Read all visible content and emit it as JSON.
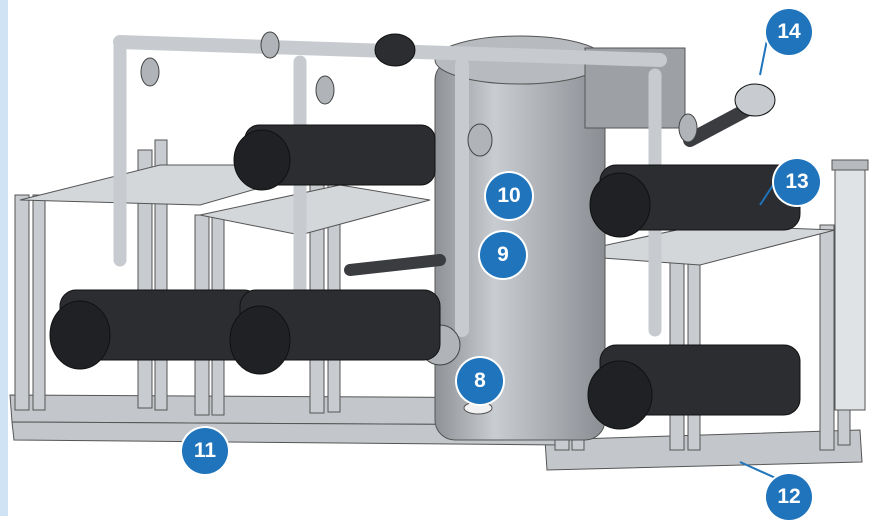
{
  "callouts": [
    "8",
    "9",
    "10",
    "11",
    "12",
    "13",
    "14"
  ],
  "colors": {
    "callout_fill": "#1f74bb",
    "frame": "#b8bcc0",
    "tank": "#a9adb1",
    "pump": "#2a2c30",
    "pipe": "#bfc3c7",
    "accent_strip": "#cfe3f4"
  }
}
